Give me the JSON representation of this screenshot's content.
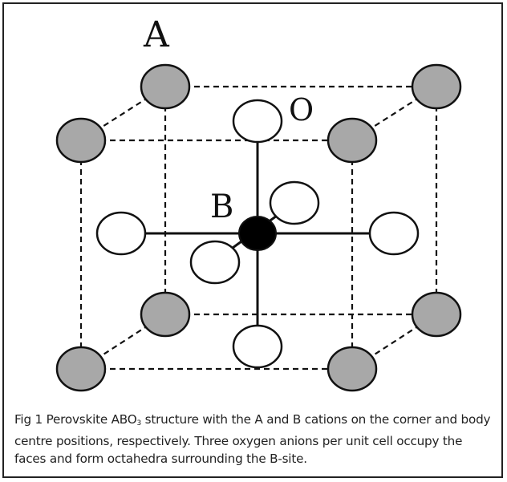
{
  "figure": {
    "labels": {
      "a_site": "A",
      "b_site": "B",
      "oxygen": "O"
    },
    "colors": {
      "a_cation_fill": "#a8a8a8",
      "b_cation_fill": "#000000",
      "oxygen_fill": "#ffffff",
      "outline": "#111111"
    },
    "caption": {
      "prefix": "Fig 1 Perovskite ABO",
      "subscript": "3",
      "rest": " structure with the A and B cations on the corner and body centre positions, respectively. Three oxygen anions per unit cell occupy the faces and form octahedra surrounding the B-site."
    }
  }
}
